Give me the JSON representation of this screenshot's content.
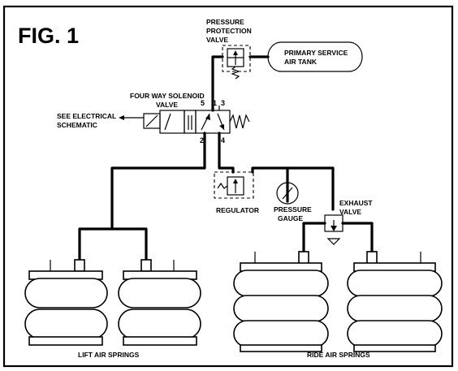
{
  "figure": {
    "title": "FIG. 1"
  },
  "labels": {
    "pressure_protection_valve": [
      "PRESSURE",
      "PROTECTION",
      "VALVE"
    ],
    "primary_service_air_tank": [
      "PRIMARY SERVICE",
      "AIR TANK"
    ],
    "four_way_solenoid_valve": [
      "FOUR WAY SOLENOID",
      "VALVE"
    ],
    "see_electrical_schematic": [
      "SEE ELECTRICAL",
      "SCHEMATIC"
    ],
    "regulator": "REGULATOR",
    "pressure_gauge": [
      "PRESSURE",
      "GAUGE"
    ],
    "exhaust_valve": [
      "EXHAUST",
      "VALVE"
    ],
    "lift_air_springs": "LIFT AIR SPRINGS",
    "ride_air_springs": "RIDE AIR SPRINGS"
  },
  "ports": {
    "p5": "5",
    "p1": "1",
    "p3": "3",
    "p2": "2",
    "p4": "4"
  }
}
